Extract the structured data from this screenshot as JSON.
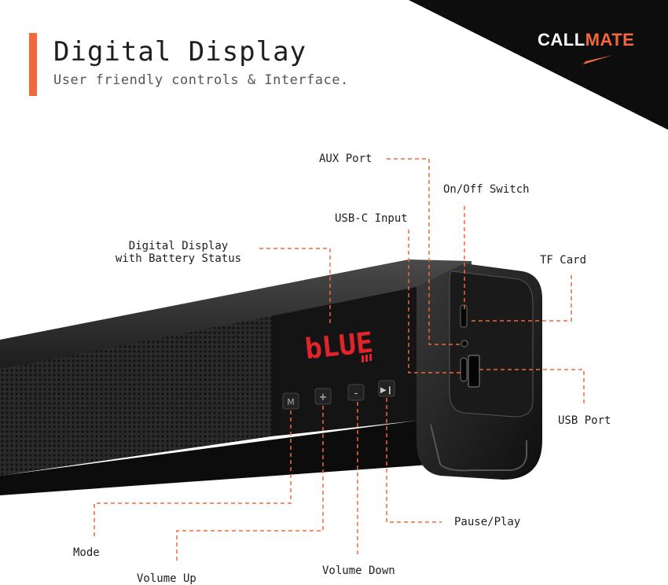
{
  "header": {
    "title": "Digital Display",
    "subtitle": "User friendly controls & Interface."
  },
  "brand": {
    "part1": "CALL",
    "part2": "MATE",
    "accent_color": "#f2683a"
  },
  "display": {
    "text": "bLUE"
  },
  "buttons": [
    "M",
    "+",
    "-",
    "▶❙"
  ],
  "callouts": {
    "aux_port": "AUX Port",
    "on_off_switch": "On/Off Switch",
    "usb_c_input": "USB-C Input",
    "digital_display_line1": "Digital Display",
    "digital_display_line2": "with Battery Status",
    "tf_card": "TF Card",
    "usb_port": "USB Port",
    "pause_play": "Pause/Play",
    "mode": "Mode",
    "volume_up": "Volume Up",
    "volume_down": "Volume Down"
  }
}
